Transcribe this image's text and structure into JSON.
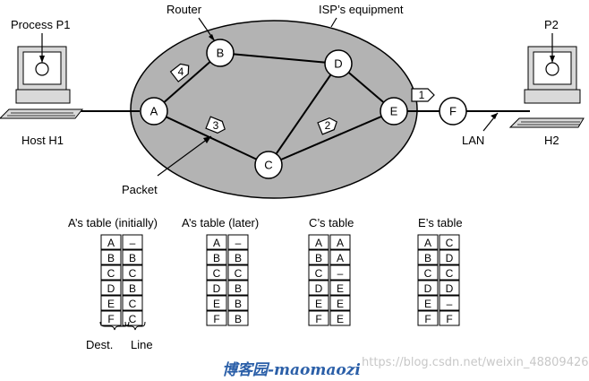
{
  "labels": {
    "router": "Router",
    "isp": "ISP’s equipment",
    "process_p1": "Process P1",
    "p2": "P2",
    "host_h1": "Host H1",
    "h2": "H2",
    "lan": "LAN",
    "packet": "Packet"
  },
  "nodes": [
    {
      "id": "A",
      "label": "A"
    },
    {
      "id": "B",
      "label": "B"
    },
    {
      "id": "C",
      "label": "C"
    },
    {
      "id": "D",
      "label": "D"
    },
    {
      "id": "E",
      "label": "E"
    },
    {
      "id": "F",
      "label": "F"
    }
  ],
  "links": [
    [
      "A",
      "B"
    ],
    [
      "A",
      "C"
    ],
    [
      "B",
      "D"
    ],
    [
      "D",
      "C"
    ],
    [
      "D",
      "E"
    ],
    [
      "C",
      "E"
    ],
    [
      "E",
      "F"
    ]
  ],
  "packets": [
    "4",
    "3",
    "2",
    "1"
  ],
  "tables": [
    {
      "title": "A’s table (initially)",
      "rows": [
        [
          "A",
          "–"
        ],
        [
          "B",
          "B"
        ],
        [
          "C",
          "C"
        ],
        [
          "D",
          "B"
        ],
        [
          "E",
          "C"
        ],
        [
          "F",
          "C"
        ]
      ]
    },
    {
      "title": "A’s table (later)",
      "rows": [
        [
          "A",
          "–"
        ],
        [
          "B",
          "B"
        ],
        [
          "C",
          "C"
        ],
        [
          "D",
          "B"
        ],
        [
          "E",
          "B"
        ],
        [
          "F",
          "B"
        ]
      ]
    },
    {
      "title": "C’s table",
      "rows": [
        [
          "A",
          "A"
        ],
        [
          "B",
          "A"
        ],
        [
          "C",
          "–"
        ],
        [
          "D",
          "E"
        ],
        [
          "E",
          "E"
        ],
        [
          "F",
          "E"
        ]
      ]
    },
    {
      "title": "E’s table",
      "rows": [
        [
          "A",
          "C"
        ],
        [
          "B",
          "D"
        ],
        [
          "C",
          "C"
        ],
        [
          "D",
          "D"
        ],
        [
          "E",
          "–"
        ],
        [
          "F",
          "F"
        ]
      ]
    }
  ],
  "column_labels": {
    "dest": "Dest.",
    "line": "Line"
  },
  "watermark": "https://blog.csdn.net/weixin_48809426",
  "signature": "博客园-maomaozi",
  "colors": {
    "cloud": "#b3b3b3",
    "signature": "#2b5fa8",
    "watermark": "#c8c8c8"
  }
}
